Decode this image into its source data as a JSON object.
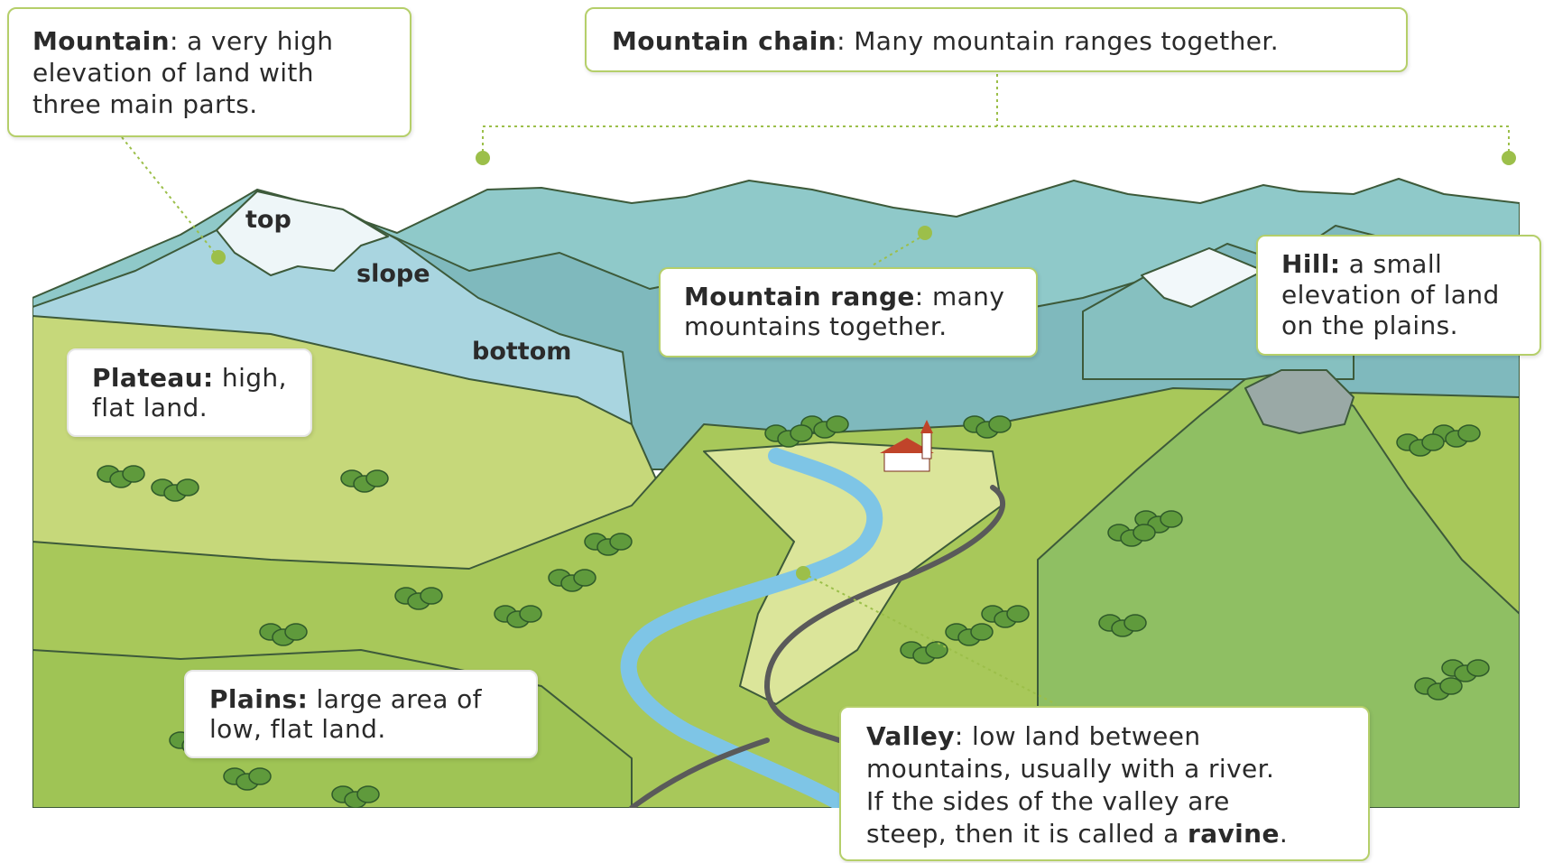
{
  "diagram": {
    "colors": {
      "sky": "#ffffff",
      "far_mountains": "#8fc9c9",
      "snow_mountain": "#a9d5e0",
      "valley_green": "#a8c85a",
      "plateau_green": "#c6d87a",
      "field_light": "#dbe59a",
      "river": "#7ec5e6",
      "road": "#5a5a5a",
      "callout_border": "#b5cf6a",
      "leader_line": "#9cbf4a"
    },
    "mountain_parts": {
      "top": "top",
      "slope": "slope",
      "bottom": "bottom"
    },
    "callouts": {
      "mountain": {
        "term": "Mountain",
        "sep": ":",
        "line1": " a very high",
        "line2": "elevation of land with",
        "line3": "three main parts."
      },
      "mountain_chain": {
        "term": "Mountain chain",
        "sep": ":",
        "text": " Many mountain ranges together."
      },
      "mountain_range": {
        "term": "Mountain range",
        "sep": ":",
        "line1": " many",
        "line2": "mountains together."
      },
      "hill": {
        "term": "Hill:",
        "line1": " a small",
        "line2": "elevation of land",
        "line3": "on the plains."
      },
      "plateau": {
        "term": "Plateau:",
        "line1": " high,",
        "line2": "flat land."
      },
      "plains": {
        "term": "Plains:",
        "line1": " large area of",
        "line2": "low, flat land."
      },
      "valley": {
        "term": "Valley",
        "sep": ":",
        "line1": " low land between",
        "line2": "mountains, usually with a river.",
        "line3": "If the sides of the valley are",
        "line4": "steep, then it is called a ",
        "bold_word": "ravine",
        "end": "."
      }
    }
  }
}
